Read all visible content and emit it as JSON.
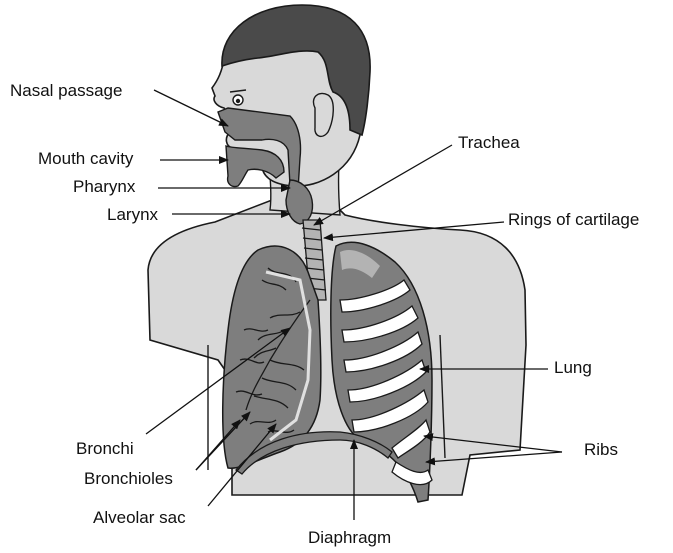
{
  "labels": {
    "nasal_passage": "Nasal passage",
    "mouth_cavity": "Mouth cavity",
    "pharynx": "Pharynx",
    "larynx": "Larynx",
    "trachea": "Trachea",
    "rings_of_cartilage": "Rings of cartilage",
    "lung": "Lung",
    "bronchi": "Bronchi",
    "bronchioles": "Bronchioles",
    "ribs": "Ribs",
    "alveolar_sac": "Alveolar sac",
    "diaphragm": "Diaphragm"
  },
  "colors": {
    "skin": "#d9d9d9",
    "hair": "#4a4a4a",
    "organ": "#7e7e7e",
    "organ_light": "#b3b3b3",
    "rib": "#ffffff",
    "outline": "#1a1a1a"
  }
}
